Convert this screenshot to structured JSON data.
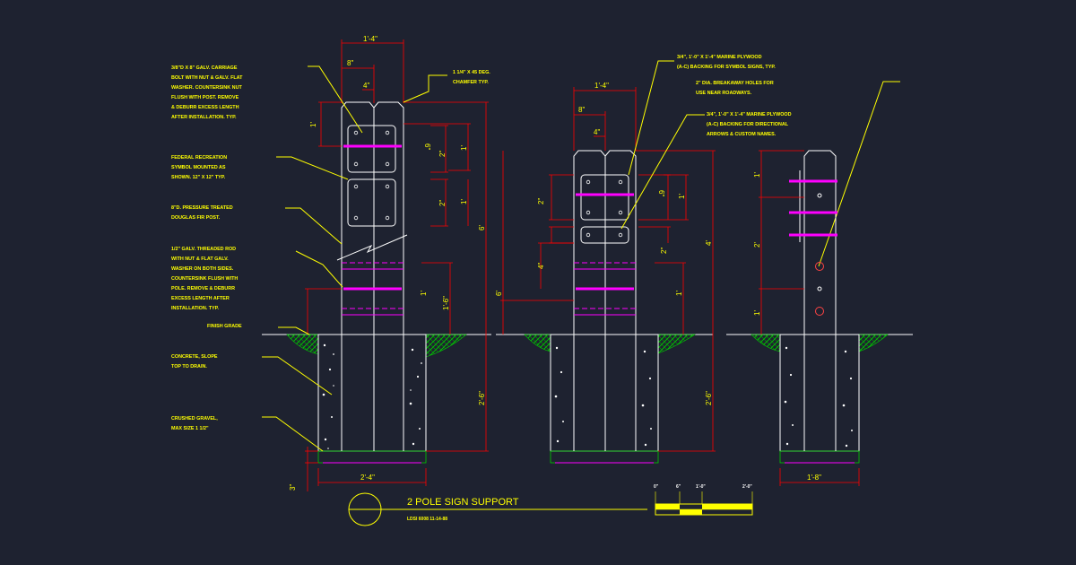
{
  "notes": {
    "carriage_bolt": [
      "3/8\"D X 8\" GALV. CARRIAGE",
      "BOLT WITH NUT & GALV. FLAT",
      "WASHER. COUNTERSINK NUT",
      "FLUSH WITH POST. REMOVE",
      "& DEBURR EXCESS LENGTH",
      "AFTER INSTALLATION. TYP."
    ],
    "federal_symbol": [
      "FEDERAL RECREATION",
      "SYMBOL MOUNTED AS",
      "SHOWN. 12\" X 12\" TYP."
    ],
    "pressure_post": [
      "8\"D. PRESSURE TREATED",
      "DOUGLAS FIR POST."
    ],
    "threaded_rod": [
      "1/2\" GALV. THREADED ROD",
      "WITH NUT & FLAT GALV.",
      "WASHER ON BOTH SIDES.",
      "COUNTERSINK FLUSH WITH",
      "POLE. REMOVE & DEBURR",
      "EXCESS LENGTH AFTER",
      "INSTALLATION. TYP."
    ],
    "finish_grade": [
      "FINISH GRADE"
    ],
    "concrete": [
      "CONCRETE, SLOPE",
      "TOP TO DRAIN."
    ],
    "gravel": [
      "CRUSHED GRAVEL,",
      "MAX SIZE 1 1/2\""
    ],
    "chamfer": [
      "1 1/4\" X 45 DEG.",
      "CHAMFER TYP."
    ],
    "plywood_symbol": [
      "3/4\", 1'-0\" X 1'-4\" MARINE PLYWOOD",
      "(A-C) BACKING FOR SYMBOL SIGNS, TYP."
    ],
    "breakaway": [
      "2\" DIA. BREAKAWAY HOLES FOR",
      "USE NEAR ROADWAYS."
    ],
    "plywood_direction": [
      "3/4\", 1'-0\" X 1'-4\" MARINE PLYWOOD",
      "(A-C) BACKING FOR DIRECTIONAL",
      "ARROWS & CUSTOM NAMES."
    ]
  },
  "dimensions": {
    "d1_top_width": "1'-4\"",
    "d1_8in": "8\"",
    "d1_4in": "4\"",
    "d1_1a": "1'",
    "d1_6in": "6\"",
    "d1_2a": "2\"",
    "d1_1b": "1'",
    "d1_2b": "2\"",
    "d1_1c": "1'",
    "d1_6ft": "6'",
    "d1_1_6": "1'-6\"",
    "d1_1d": "1'",
    "d1_2_6": "2'-6\"",
    "d1_base": "2'-4\"",
    "d1_3in": "3\"",
    "d2_top_width": "1'-4\"",
    "d2_8in": "8\"",
    "d2_4in": "4\"",
    "d2_6in": "6\"",
    "d2_2a": "2\"",
    "d2_1a": "1'",
    "d2_2b": "2\"",
    "d2_4a": "4\"",
    "d2_4ft": "4'",
    "d2_6ft": "6'",
    "d2_1b": "1'",
    "d2_2_6": "2'-6\"",
    "d3_1a": "1'",
    "d3_2": "2'",
    "d3_1b": "1'",
    "d3_base": "1'-8\""
  },
  "title_block": {
    "title": "2 POLE SIGN SUPPORT",
    "subtitle": "LDSI 6008   11-14-88"
  },
  "scale_bar": {
    "labels": [
      "0\"",
      "6\"",
      "1'-0\"",
      "2'-0\""
    ]
  },
  "colors": {
    "background": "#1e2230",
    "annotation": "#ffff00",
    "dimension": "#ff0000",
    "outline": "#ffffff",
    "hardware": "#ff00ff",
    "grass": "#00cc00"
  }
}
